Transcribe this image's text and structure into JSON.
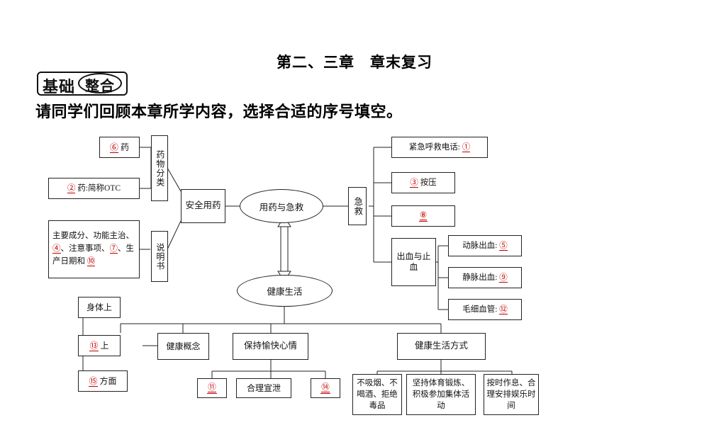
{
  "page": {
    "title": "第二、三章　章末复习",
    "stamp": {
      "part1": "基础",
      "part2": "整合"
    },
    "instruction": "请同学们回顾本章所学内容，选择合适的序号填空。"
  },
  "diagram": {
    "type": "concept-map",
    "center_nodes": [
      {
        "id": "n-yyjj",
        "label": "用药与急救"
      },
      {
        "id": "n-jksh",
        "label": "健康生活"
      }
    ],
    "nodes": [
      {
        "id": "n-yao6",
        "label": "⑥ 药",
        "has_circled_number": true,
        "numbers": [
          "6"
        ]
      },
      {
        "id": "n-otc",
        "label": "② 药:简称OTC",
        "has_circled_number": true,
        "numbers": [
          "2"
        ]
      },
      {
        "id": "n-shuoming",
        "label": "主要成分、功能主治、④、注意事项、⑦、生产日期和 ⑩",
        "has_circled_number": true,
        "numbers": [
          "4",
          "7",
          "10"
        ]
      },
      {
        "id": "n-ywfl",
        "label": "药物分类",
        "orientation": "vertical"
      },
      {
        "id": "n-smsu",
        "label": "说明书",
        "orientation": "vertical"
      },
      {
        "id": "n-aqyy",
        "label": "安全用药"
      },
      {
        "id": "n-jijiu",
        "label": "急救",
        "orientation": "vertical"
      },
      {
        "id": "n-call",
        "label": "紧急呼救电话: ①",
        "has_circled_number": true,
        "numbers": [
          "1"
        ]
      },
      {
        "id": "n-anya",
        "label": "③ 按压",
        "has_circled_number": true,
        "numbers": [
          "3"
        ]
      },
      {
        "id": "n-blank8",
        "label": "⑧",
        "has_circled_number": true,
        "numbers": [
          "8"
        ]
      },
      {
        "id": "n-cxzx",
        "label": "出血与止血"
      },
      {
        "id": "n-dongmai",
        "label": "动脉出血: ⑤",
        "has_circled_number": true,
        "numbers": [
          "5"
        ]
      },
      {
        "id": "n-jingmai",
        "label": "静脉出血: ⑨",
        "has_circled_number": true,
        "numbers": [
          "9"
        ]
      },
      {
        "id": "n-maoxi",
        "label": "毛细血管: ⑫",
        "has_circled_number": true,
        "numbers": [
          "12"
        ]
      },
      {
        "id": "n-shenti",
        "label": "身体上"
      },
      {
        "id": "n-n13",
        "label": "⑬ 上",
        "has_circled_number": true,
        "numbers": [
          "13"
        ]
      },
      {
        "id": "n-n15",
        "label": "⑮ 方面",
        "has_circled_number": true,
        "numbers": [
          "15"
        ]
      },
      {
        "id": "n-jkgn",
        "label": "健康概念"
      },
      {
        "id": "n-bcyk",
        "label": "保持愉快心情"
      },
      {
        "id": "n-jkshfs",
        "label": "健康生活方式"
      },
      {
        "id": "n-n11",
        "label": "⑪",
        "has_circled_number": true,
        "numbers": [
          "11"
        ]
      },
      {
        "id": "n-hlxx",
        "label": "合理宣泄"
      },
      {
        "id": "n-n14",
        "label": "⑭",
        "has_circled_number": true,
        "numbers": [
          "14"
        ]
      },
      {
        "id": "n-noxy",
        "label": "不吸烟、不喝酒、拒绝毒品"
      },
      {
        "id": "n-tiyu",
        "label": "坚持体育锻炼、积极参加集体活动"
      },
      {
        "id": "n-zuoxi",
        "label": "按时作息、合理安排娱乐时间"
      }
    ],
    "colors": {
      "accent_red": "#c00000",
      "line": "#222222",
      "text": "#111111"
    }
  }
}
